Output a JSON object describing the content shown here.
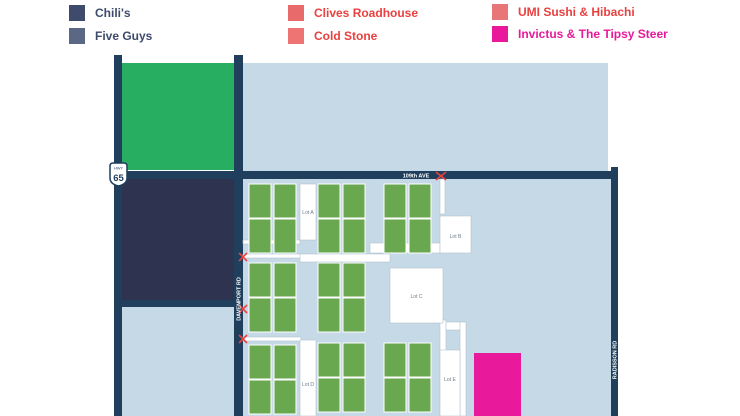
{
  "legend": {
    "items": [
      {
        "id": "chilis",
        "label": "Chili's",
        "color": "#3e4b6d",
        "text_color": "#3e4b6d"
      },
      {
        "id": "five-guys",
        "label": "Five Guys",
        "color": "#5b6885",
        "text_color": "#3e4b6d"
      },
      {
        "id": "clives",
        "label": "Clives Roadhouse",
        "color": "#e86a6a",
        "text_color": "#e8413f"
      },
      {
        "id": "cold-stone",
        "label": "Cold Stone",
        "color": "#ee7474",
        "text_color": "#e8413f"
      },
      {
        "id": "umi",
        "label": "UMI Sushi & Hibachi",
        "color": "#e97676",
        "text_color": "#e8413f"
      },
      {
        "id": "invictus",
        "label": "Invictus & The Tipsy Steer",
        "color": "#e8199a",
        "text_color": "#e8199a"
      }
    ]
  },
  "map": {
    "colors": {
      "road": "#1f3f5c",
      "land": "#c6d9e6",
      "building_green": "#6aa84f",
      "parcel_green": "#27ae60",
      "parcel_dark": "#2e344f",
      "highlight": "#e8199a",
      "lot": "#ffffff",
      "marker": "#e8413f"
    },
    "shield": {
      "top": "HWY",
      "number": "65"
    },
    "roads": {
      "avenue_109": "109th AVE",
      "davenport": "DAVENPORT RD",
      "radisson": "RADISSON RD"
    },
    "lots": {
      "a": "Lot A",
      "b": "Lot B",
      "c": "Lot C",
      "d": "Lot D",
      "e": "Lot E"
    }
  }
}
